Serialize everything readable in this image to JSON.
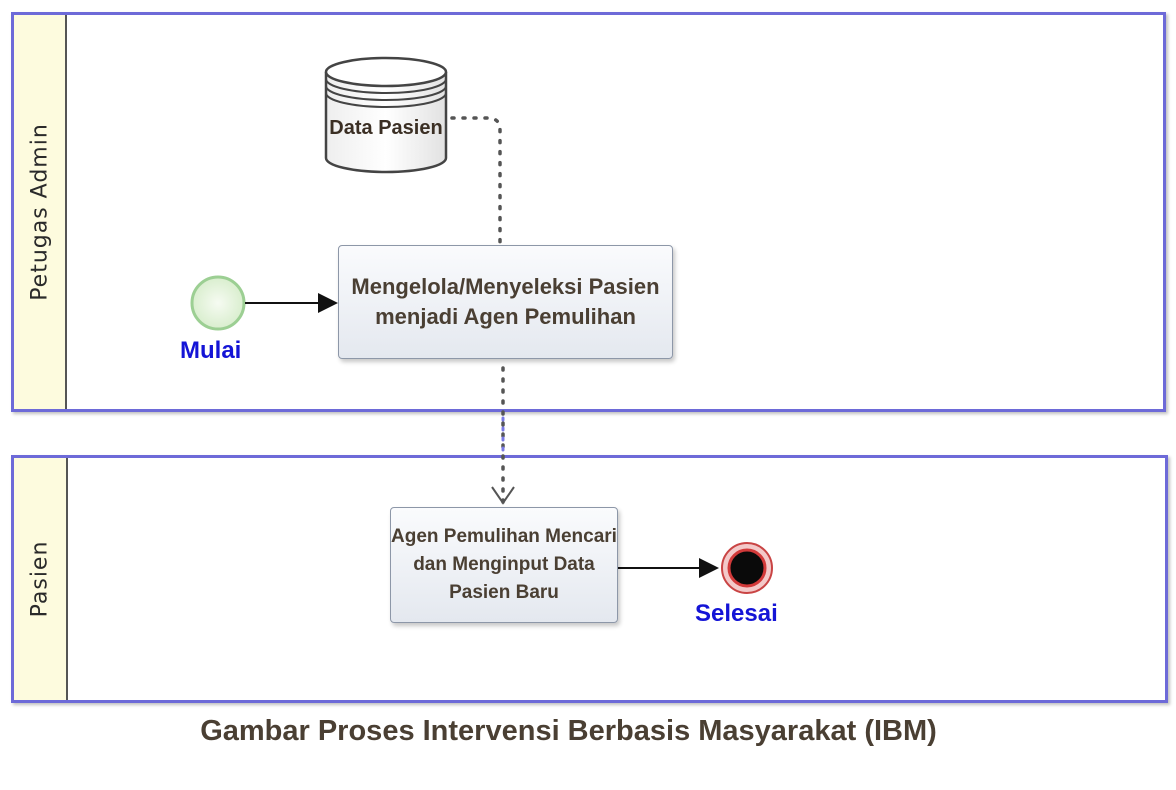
{
  "lanes": [
    {
      "label": "Petugas Admin"
    },
    {
      "label": "Pasien"
    }
  ],
  "data_object": {
    "label": "Data Pasien"
  },
  "tasks": [
    {
      "lines": [
        "Mengelola/Menyeleksi Pasien",
        "menjadi Agen Pemulihan"
      ]
    },
    {
      "lines": [
        "Agen Pemulihan Mencari",
        "dan Menginput Data",
        "Pasien Baru"
      ]
    }
  ],
  "events": {
    "start": {
      "label": "Mulai"
    },
    "end": {
      "label": "Selesai"
    }
  },
  "caption": "Gambar Proses Intervensi Berbasis Masyarakat (IBM)",
  "colors": {
    "pool_border": "#6d6ad8",
    "lane_header": "#fdfbde",
    "event_label": "#1414d6",
    "text": "#4a3f33",
    "start_event_fill": "#e6f5dc",
    "start_event_stroke": "#9ccf93",
    "end_event_ring": "#d23a3a"
  },
  "icons": [
    "database-icon",
    "start-event-icon",
    "end-event-icon",
    "arrowhead-icon"
  ]
}
